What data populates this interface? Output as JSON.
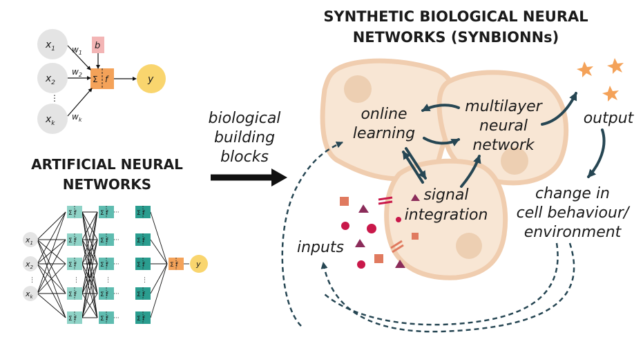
{
  "titles": {
    "synbio_line1": "SYNTHETIC BIOLOGICAL NEURAL",
    "synbio_line2": "NETWORKS (SYNBIONNs)",
    "ann_line1": "ARTIFICIAL NEURAL",
    "ann_line2": "NETWORKS"
  },
  "perceptron": {
    "inputs": [
      "x",
      "x",
      "x"
    ],
    "input_subscripts": [
      "1",
      "2",
      "k"
    ],
    "weights": [
      "w",
      "w",
      "w"
    ],
    "weight_subscripts": [
      "1",
      "2",
      "k"
    ],
    "bias": "b",
    "sum_symbol": "Σ",
    "activation": "f",
    "output": "y",
    "ellipsis": "⋮"
  },
  "network": {
    "inputs": [
      "x",
      "x",
      "x"
    ],
    "input_subscripts": [
      "1",
      "2",
      "k"
    ],
    "node_label": "Σ f",
    "ellipsis_h": "···",
    "ellipsis_v": "⋮",
    "output": "y"
  },
  "arrow_label": {
    "line1": "biological",
    "line2": "building",
    "line3": "blocks"
  },
  "cells": {
    "online_learning_1": "online",
    "online_learning_2": "learning",
    "multilayer_1": "multilayer",
    "multilayer_2": "neural",
    "multilayer_3": "network",
    "signal_1": "signal",
    "signal_2": "integration",
    "output": "output",
    "inputs": "inputs",
    "change_1": "change in",
    "change_2": "cell behaviour/",
    "change_3": "environment"
  },
  "colors": {
    "cell_fill": "#f8e6d4",
    "cell_stroke": "#f0cdaf",
    "nucleus": "#edcfb2",
    "dark_arrow": "#264653",
    "magenta": "#c9184a",
    "purple": "#8b2c5a",
    "salmon": "#e07a5f",
    "orange_star": "#f4a259",
    "teal_light": "#8fd3c7",
    "teal_dark": "#2a9d8f",
    "yellow": "#f9d56e",
    "gray_node": "#e4e4e4",
    "bias_pink": "#f3b5b5",
    "sum_orange": "#f4a259"
  }
}
